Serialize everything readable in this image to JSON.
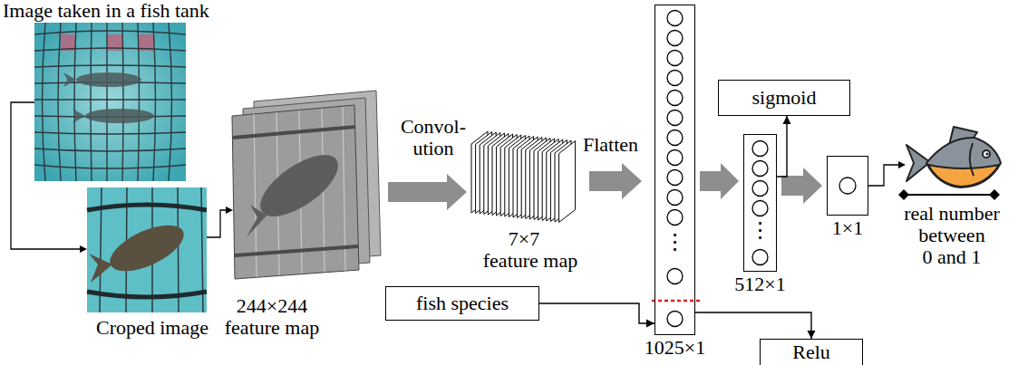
{
  "diagram": {
    "nodes": [
      {
        "text": [
          "1025×1"
        ]
      },
      {
        "text": [
          "fish species"
        ]
      },
      {
        "text": [
          "512×1"
        ]
      },
      {
        "text": [
          "sigmoid"
        ]
      },
      {
        "text": [
          "1×1"
        ]
      },
      {
        "text": [
          "Relu"
        ]
      }
    ],
    "edges": [
      {
        "from": 1,
        "to": 0,
        "arrow": "to"
      },
      {
        "from": 0,
        "to": 5,
        "arrow": "to"
      },
      {
        "from": 2,
        "to": 3,
        "arrow": "to"
      }
    ],
    "labels": [
      "Image taken in a fish tank",
      "Croped image",
      "244×244 feature map",
      "Convol- ution",
      "7×7",
      "feature map",
      "Flatten",
      "⋮",
      "⋮",
      "real number",
      "between 0 and 1"
    ]
  }
}
